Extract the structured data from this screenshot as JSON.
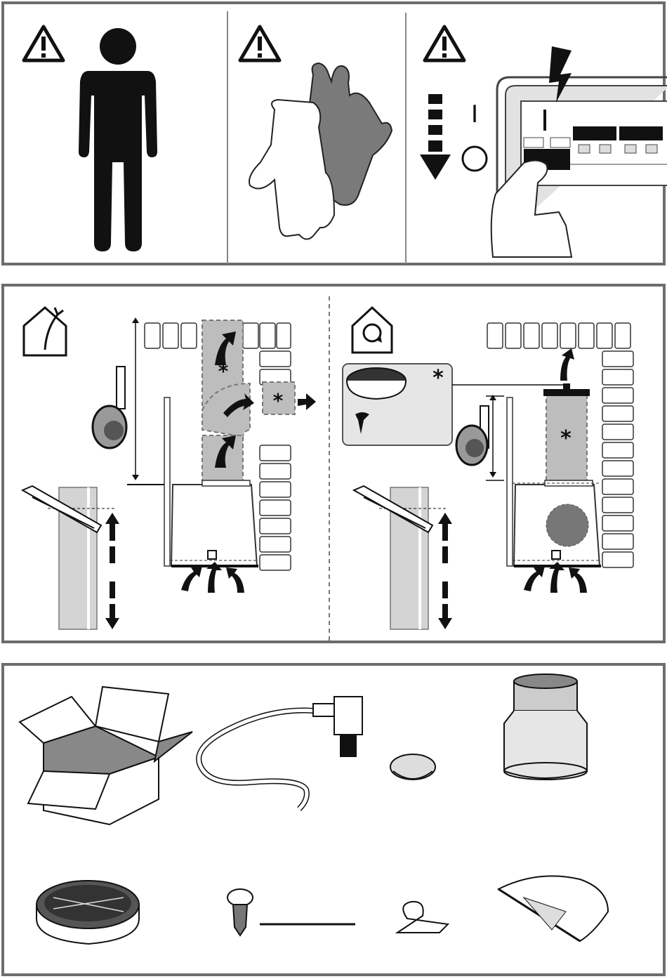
{
  "safety": {
    "icons": [
      "warning-icon",
      "person-icon",
      "gloves-icon",
      "power-off-icon"
    ],
    "switch_symbols": {
      "on": "I",
      "off": "O"
    }
  },
  "installation": {
    "left_mode": "extraction-mode",
    "right_mode": "recirculation-mode",
    "asterisk": "*",
    "asterisk_2": "*",
    "asterisk_3": "*",
    "asterisk_4": "*"
  },
  "contents": {
    "items": [
      "box",
      "power-cable",
      "cap",
      "duct-reducer",
      "grease-filter",
      "screw",
      "cable-clip",
      "template-board"
    ]
  },
  "colors": {
    "frame": "#6d6d6d",
    "duct": "#bdbdbd",
    "dark": "#1a1a1a"
  }
}
